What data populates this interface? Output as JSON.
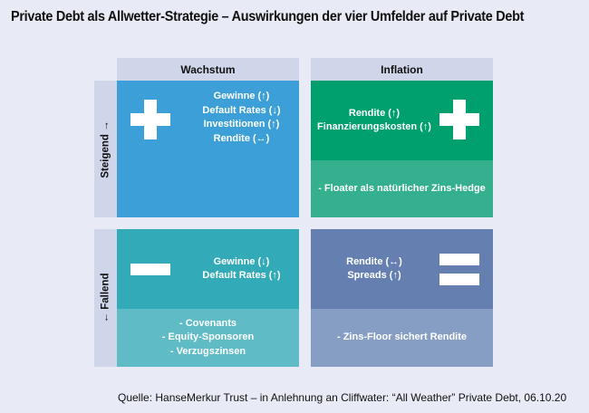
{
  "title": "Private Debt als Allwetter-Strategie – Auswirkungen der vier Umfelder auf Private Debt",
  "columns": [
    "Wachstum",
    "Inflation"
  ],
  "rows": [
    "Steigend →",
    "← Fallend"
  ],
  "cells": {
    "wachstum_steigend": {
      "icon": "plus-icon",
      "lines": [
        "Gewinne (↑)",
        "Default Rates (↓)",
        "Investitionen (↑)",
        "Rendite (↔)"
      ]
    },
    "inflation_steigend": {
      "icon": "plus-icon",
      "lines": [
        "Rendite (↑)",
        "Finanzierungskosten (↑)"
      ],
      "notes": [
        "- Floater als natürlicher Zins-Hedge"
      ]
    },
    "wachstum_fallend": {
      "icon": "minus-icon",
      "lines": [
        "Gewinne (↓)",
        "Default Rates (↑)"
      ],
      "notes": [
        "- Covenants",
        "- Equity-Sponsoren",
        "- Verzugszinsen"
      ]
    },
    "inflation_fallend": {
      "icon": "equals-icon",
      "lines": [
        "Rendite (↔)",
        "Spreads (↑)"
      ],
      "notes": [
        "- Zins-Floor sichert Rendite"
      ]
    }
  },
  "source": "Quelle: HanseMerkur Trust – in Anlehnung an Cliffwater: “All Weather” Private Debt, 06.10.20",
  "colors": {
    "background": "#e8eaf6",
    "header": "#d0d6ea",
    "blue": "#3d9fd8",
    "green": "#00a06e",
    "green_light": "#34b08e",
    "teal": "#33aab8",
    "teal_light": "#5fbcc6",
    "slate": "#6580b0",
    "slate_light": "#869dc4"
  }
}
